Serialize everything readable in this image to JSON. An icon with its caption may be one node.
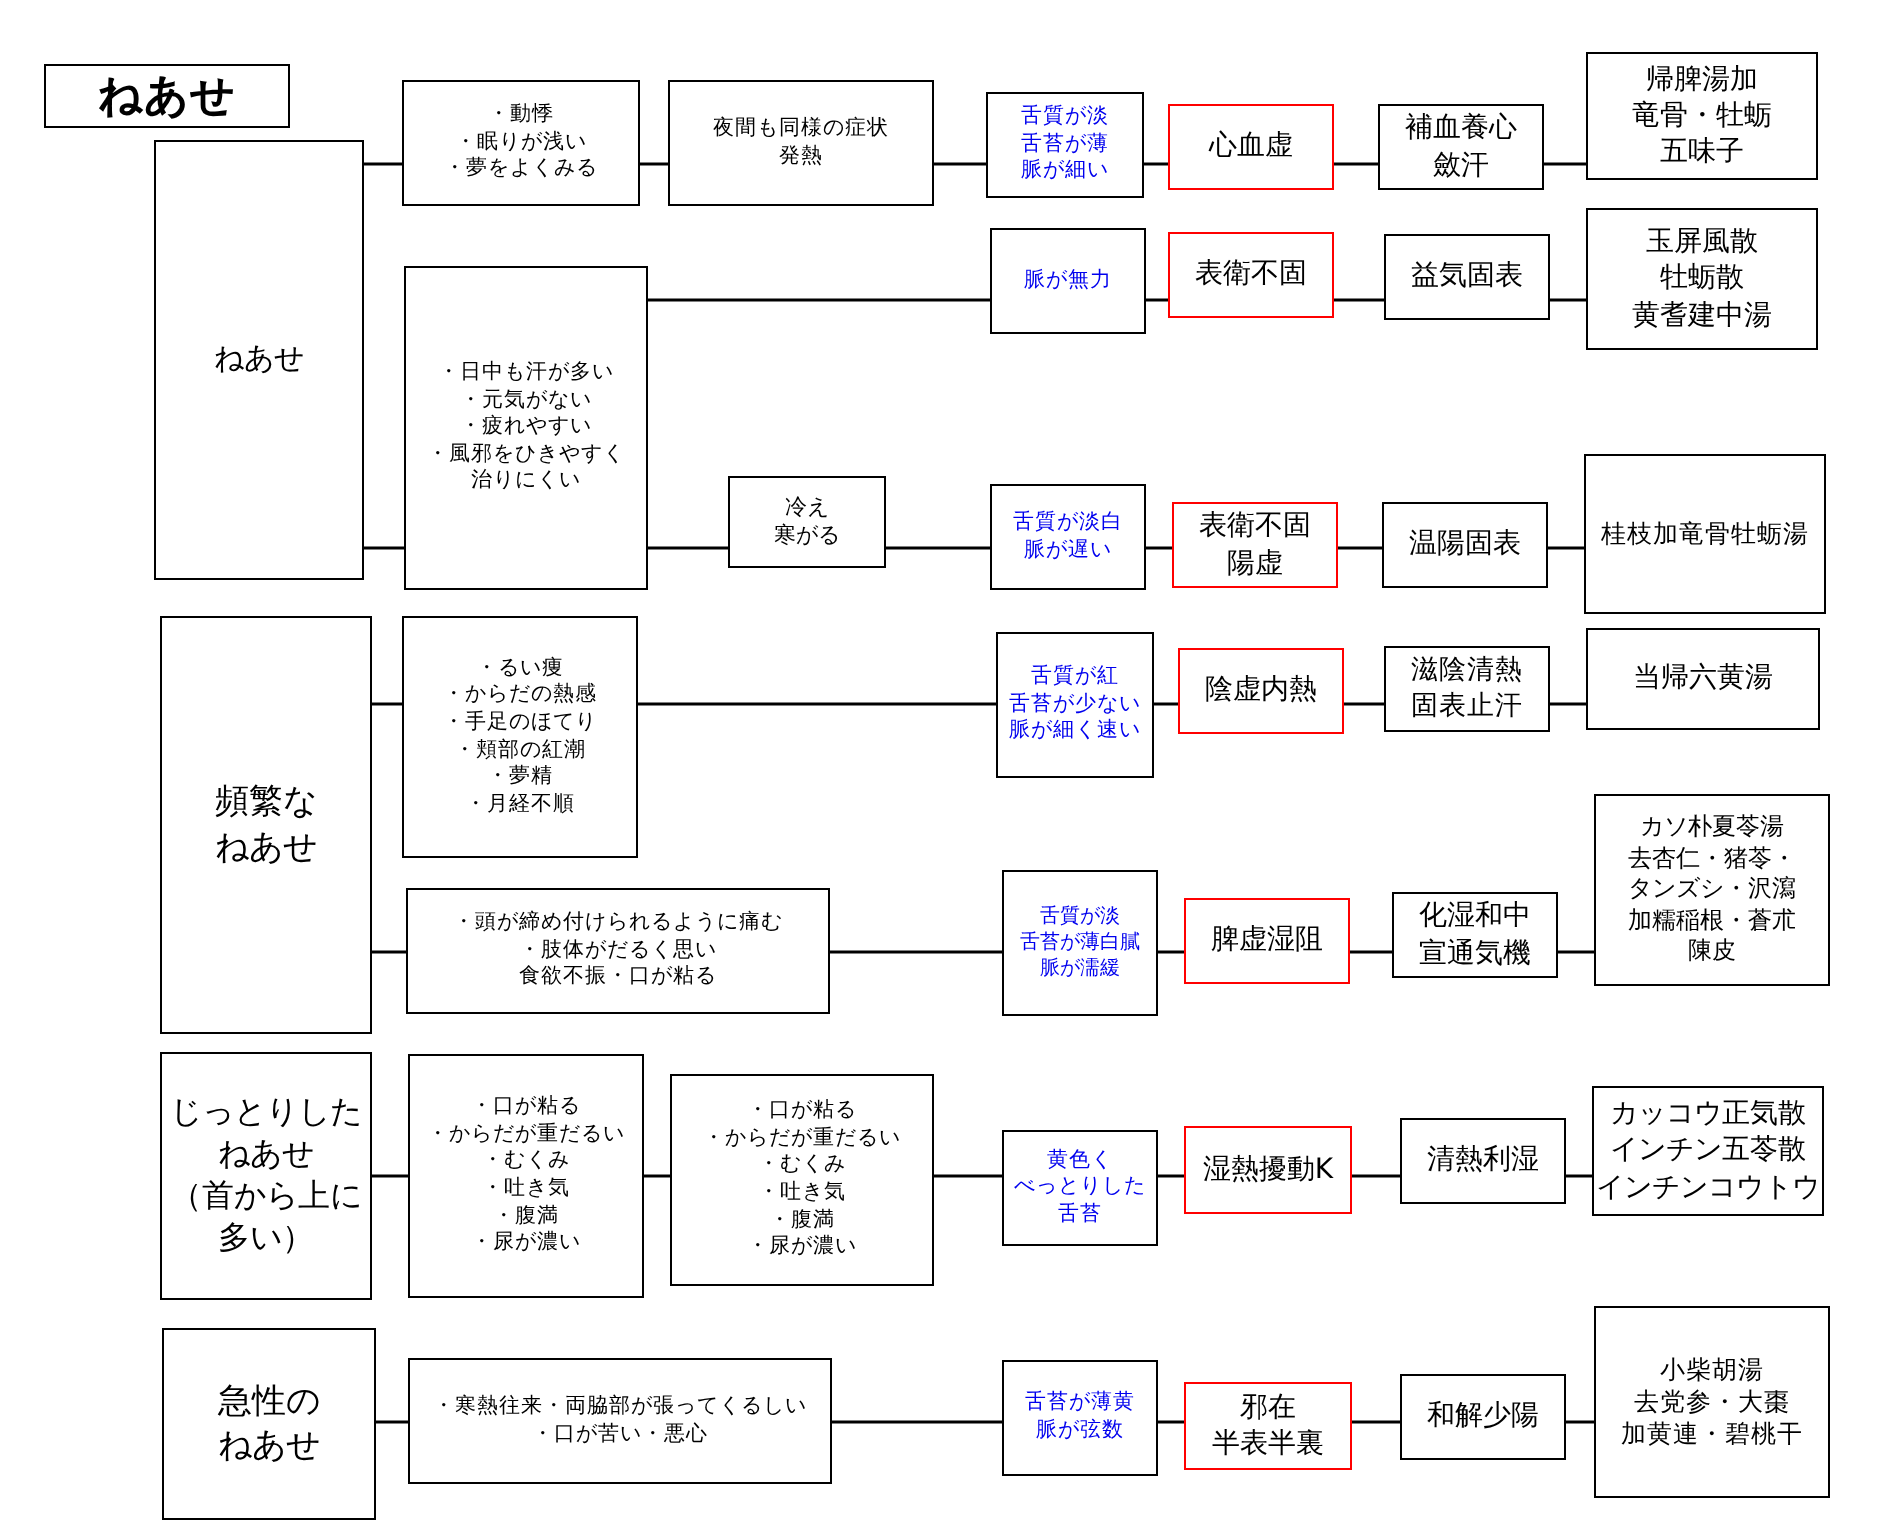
{
  "diagram": {
    "title": "ねあせ",
    "nodes": [
      {
        "text": [
          "ねあせ"
        ]
      },
      {
        "text": [
          "・動悸",
          "・眠りが浅い",
          "・夢をよくみる"
        ]
      },
      {
        "text": [
          "夜間も同様の症状発熱"
        ]
      },
      {
        "text": [
          "舌質が淡",
          "舌苔が薄",
          "脈が細い"
        ]
      },
      {
        "text": [
          "心血虚"
        ]
      },
      {
        "text": [
          "補血養心斂汗"
        ]
      },
      {
        "text": [
          "帰脾湯加",
          "竜骨・牡蛎",
          "五味子"
        ]
      },
      {
        "text": [
          "・日中も汗が多い",
          "・元気がない",
          "・疲れやすい",
          "・風邪をひきやすく",
          "治りにくい"
        ]
      },
      {
        "text": [
          "脈が無力"
        ]
      },
      {
        "text": [
          "表衛不固"
        ]
      },
      {
        "text": [
          "益気固表"
        ]
      },
      {
        "text": [
          "玉屏風散",
          "牡蛎散",
          "黄耆建中湯"
        ]
      },
      {
        "text": [
          "冷え",
          "寒がる"
        ]
      },
      {
        "text": [
          "舌質が淡白",
          "脈が遅い"
        ]
      },
      {
        "text": [
          "表衛不固陽虚"
        ]
      },
      {
        "text": [
          "温陽固表"
        ]
      },
      {
        "text": [
          "桂枝加竜骨牡蛎湯"
        ]
      },
      {
        "text": [
          "頻繁なねあせ"
        ]
      },
      {
        "text": [
          "・るい痩",
          "・からだの熱感",
          "・手足のほてり",
          "・頬部の紅潮",
          "・夢精",
          "・月経不順"
        ]
      },
      {
        "text": [
          "舌質が紅",
          "舌苔が少ない",
          "脈が細く速い"
        ]
      },
      {
        "text": [
          "陰虚内熱"
        ]
      },
      {
        "text": [
          "滋陰清熱固表止汗"
        ]
      },
      {
        "text": [
          "当帰六黄湯"
        ]
      },
      {
        "text": [
          "・頭が締め付けられるように痛む",
          "・肢体がだるく思い",
          "食欲不振・口が粘る"
        ]
      },
      {
        "text": [
          "舌質が淡",
          "舌苔が薄白膩",
          "脈が濡緩"
        ]
      },
      {
        "text": [
          "脾虚湿阻"
        ]
      },
      {
        "text": [
          "化湿和中宣通気機"
        ]
      },
      {
        "text": [
          "カソ朴夏苓湯",
          "去杏仁・猪苓・",
          "タンズシ・沢瀉",
          "加糯稲根・蒼朮",
          "陳皮"
        ]
      },
      {
        "text": [
          "じっとりしたねあせ",
          "（首から上に多い）"
        ]
      },
      {
        "text": [
          "・口が粘る",
          "・からだが重だるい",
          "・むくみ",
          "・吐き気",
          "・腹満",
          "・尿が濃い"
        ]
      },
      {
        "text": [
          "・口が粘る",
          "・からだが重だるい",
          "・むくみ",
          "・吐き気",
          "・腹満",
          "・尿が濃い"
        ]
      },
      {
        "text": [
          "黄色く",
          "べっとりした",
          "舌苔"
        ]
      },
      {
        "text": [
          "湿熱擾動K"
        ]
      },
      {
        "text": [
          "清熱利湿"
        ]
      },
      {
        "text": [
          "カッコウ正気散",
          "インチン五苓散",
          "インチンコウトウ"
        ]
      },
      {
        "text": [
          "急性のねあせ"
        ]
      },
      {
        "text": [
          "・寒熱往来・両脇部が張ってくるしい",
          "・口が苦い・悪心"
        ]
      },
      {
        "text": [
          "舌苔が薄黄",
          "脈が弦数"
        ]
      },
      {
        "text": [
          "邪在",
          "半表半裏"
        ]
      },
      {
        "text": [
          "和解少陽"
        ]
      },
      {
        "text": [
          "小柴胡湯",
          "去党参・大棗",
          "加黄連・碧桃干"
        ]
      }
    ],
    "edges": [
      {
        "from": 0,
        "to": 1,
        "arrow": "none"
      },
      {
        "from": 1,
        "to": 2,
        "arrow": "none"
      },
      {
        "from": 2,
        "to": 3,
        "arrow": "none"
      },
      {
        "from": 3,
        "to": 4,
        "arrow": "none"
      },
      {
        "from": 4,
        "to": 5,
        "arrow": "none"
      },
      {
        "from": 5,
        "to": 6,
        "arrow": "none"
      },
      {
        "from": 0,
        "to": 7,
        "arrow": "none"
      },
      {
        "from": 7,
        "to": 8,
        "arrow": "none"
      },
      {
        "from": 8,
        "to": 9,
        "arrow": "none"
      },
      {
        "from": 9,
        "to": 10,
        "arrow": "none"
      },
      {
        "from": 10,
        "to": 11,
        "arrow": "none"
      },
      {
        "from": 7,
        "to": 12,
        "arrow": "none"
      },
      {
        "from": 12,
        "to": 13,
        "arrow": "none"
      },
      {
        "from": 13,
        "to": 14,
        "arrow": "none"
      },
      {
        "from": 14,
        "to": 15,
        "arrow": "none"
      },
      {
        "from": 15,
        "to": 16,
        "arrow": "none"
      },
      {
        "from": 17,
        "to": 18,
        "arrow": "none"
      },
      {
        "from": 18,
        "to": 19,
        "arrow": "none"
      },
      {
        "from": 19,
        "to": 20,
        "arrow": "none"
      },
      {
        "from": 20,
        "to": 21,
        "arrow": "none"
      },
      {
        "from": 21,
        "to": 22,
        "arrow": "none"
      },
      {
        "from": 17,
        "to": 23,
        "arrow": "none"
      },
      {
        "from": 23,
        "to": 24,
        "arrow": "none"
      },
      {
        "from": 24,
        "to": 25,
        "arrow": "none"
      },
      {
        "from": 25,
        "to": 26,
        "arrow": "none"
      },
      {
        "from": 26,
        "to": 27,
        "arrow": "none"
      },
      {
        "from": 28,
        "to": 29,
        "arrow": "none"
      },
      {
        "from": 29,
        "to": 30,
        "arrow": "none"
      },
      {
        "from": 30,
        "to": 31,
        "arrow": "none"
      },
      {
        "from": 31,
        "to": 32,
        "arrow": "none"
      },
      {
        "from": 32,
        "to": 33,
        "arrow": "none"
      },
      {
        "from": 33,
        "to": 34,
        "arrow": "none"
      },
      {
        "from": 35,
        "to": 36,
        "arrow": "none"
      },
      {
        "from": 36,
        "to": 37,
        "arrow": "none"
      },
      {
        "from": 37,
        "to": 38,
        "arrow": "none"
      },
      {
        "from": 38,
        "to": 39,
        "arrow": "none"
      },
      {
        "from": 39,
        "to": 40,
        "arrow": "none"
      }
    ]
  }
}
